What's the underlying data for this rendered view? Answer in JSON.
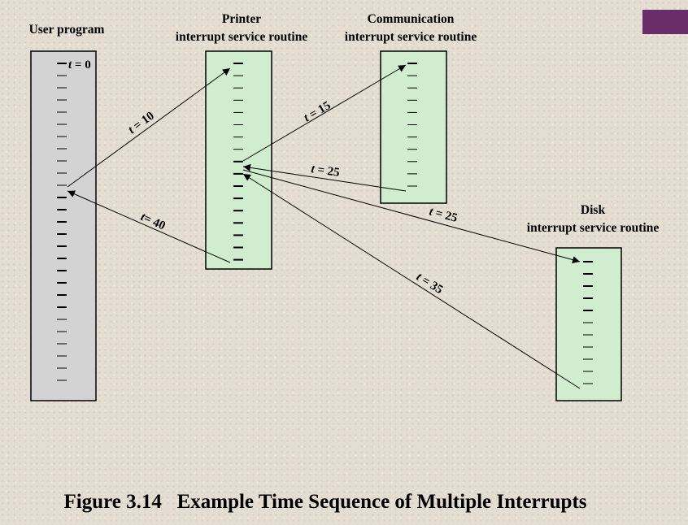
{
  "colors": {
    "accent_bar": "#6b2d6a",
    "user_box": "#d3d3d3",
    "isr_box": "#d0edd0",
    "stroke": "#000000"
  },
  "boxes": {
    "user": {
      "title": "User program"
    },
    "printer": {
      "title_line1": "Printer",
      "title_line2": "interrupt service routine"
    },
    "comm": {
      "title_line1": "Communication",
      "title_line2": "interrupt service routine"
    },
    "disk": {
      "title_line1": "Disk",
      "title_line2": "interrupt service routine"
    }
  },
  "time_labels": {
    "t0": {
      "var": "t",
      "rest": " = 0"
    },
    "t10": {
      "var": "t",
      "rest": " = 10"
    },
    "t15": {
      "var": "t",
      "rest": " = 15"
    },
    "t25a": {
      "var": "t",
      "rest": " = 25"
    },
    "t25b": {
      "var": "t",
      "rest": " = 25"
    },
    "t35": {
      "var": "t",
      "rest": " = 35"
    },
    "t40": {
      "var": "t",
      "rest": "= 40"
    }
  },
  "caption": "Figure 3.14   Example Time Sequence of Multiple Interrupts"
}
